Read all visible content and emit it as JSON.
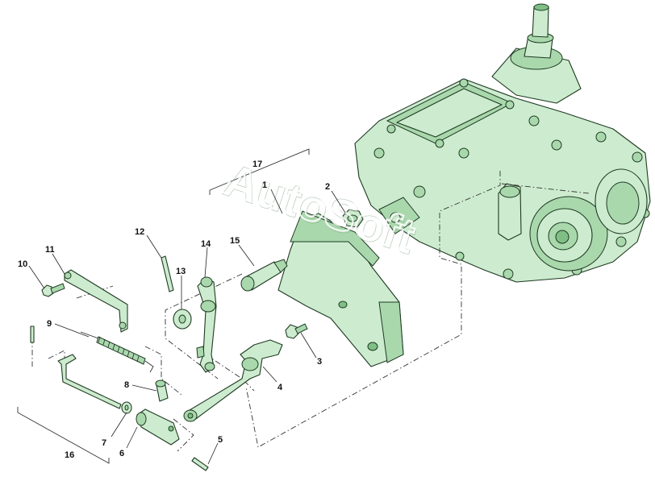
{
  "colors": {
    "part": "#cdeccf",
    "outline": "#1f3a22",
    "background": "#ffffff"
  },
  "watermark": {
    "text": "AutoSoft"
  },
  "callouts": {
    "c1": "1",
    "c2": "2",
    "c3": "3",
    "c4": "4",
    "c5": "5",
    "c6": "6",
    "c7": "7",
    "c8": "8",
    "c9": "9",
    "c10": "10",
    "c11": "11",
    "c12": "12",
    "c13": "13",
    "c14": "14",
    "c15": "15",
    "c16": "16",
    "c17": "17"
  }
}
